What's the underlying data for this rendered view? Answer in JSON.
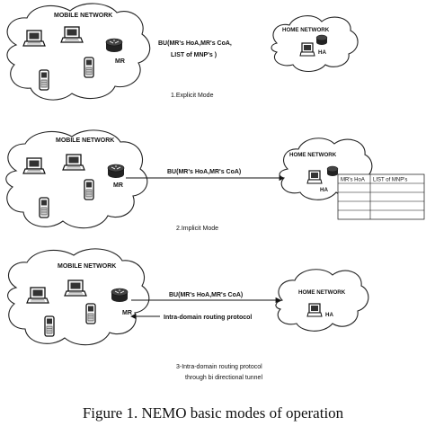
{
  "panel1": {
    "mobile_network_label": "MOBILE NETWORK",
    "router_label": "MR",
    "message_line1": "BU(MR's HoA,MR's CoA,",
    "message_line2": "LIST of MNP's )",
    "home_network_label": "HOME NETWORK",
    "home_agent_label": "HA",
    "mode_label": "1.Explicit Mode"
  },
  "panel2": {
    "mobile_network_label": "MOBILE NETWORK",
    "router_label": "MR",
    "message": "BU(MR's HoA,MR's CoA)",
    "home_network_label": "HOME NETWORK",
    "home_agent_label": "HA",
    "table_headers": [
      "MR's HoA",
      "LIST of MNP's"
    ],
    "mode_label": "2.Implicit Mode"
  },
  "panel3": {
    "mobile_network_label": "MOBILE NETWORK",
    "router_label": "MR",
    "message1": "BU(MR's HoA,MR's CoA)",
    "message2": "Intra-domain routing protocol",
    "home_network_label": "HOME NETWORK",
    "home_agent_label": "HA",
    "mode_line1": "3-Intra-domain routing protocol",
    "mode_line2": "through bi directional tunnel"
  },
  "caption": "Figure 1. NEMO basic modes of operation",
  "icons": [
    "laptop-icon",
    "mobile-phone-icon",
    "router-icon"
  ]
}
